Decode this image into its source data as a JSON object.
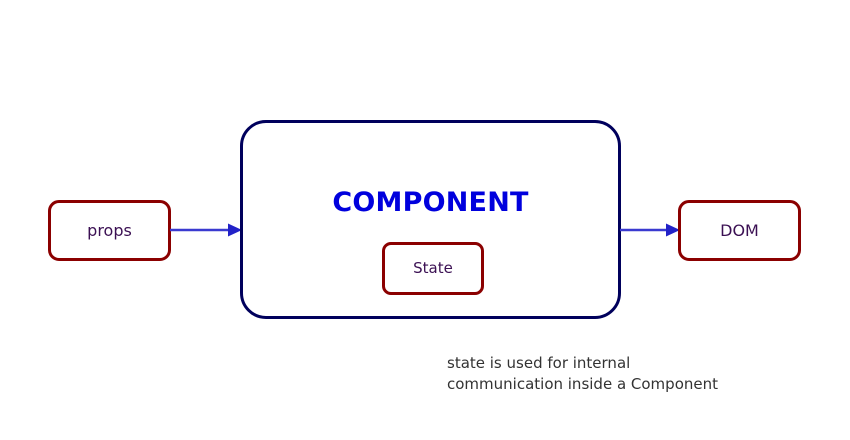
{
  "diagram": {
    "background": "#ffffff",
    "nodes": {
      "props": {
        "label": "props",
        "border_color": "#8b0000",
        "text_color": "#3b1053"
      },
      "component": {
        "label": "COMPONENT",
        "border_color": "#00005c",
        "text_color": "#0000dd"
      },
      "state": {
        "label": "State",
        "border_color": "#8b0000",
        "text_color": "#3b1053"
      },
      "dom": {
        "label": "DOM",
        "border_color": "#8b0000",
        "text_color": "#3b1053"
      }
    },
    "edges": {
      "props_to_component": {
        "color": "#3a3ad0",
        "direction": "right"
      },
      "component_to_dom": {
        "color": "#3a3ad0",
        "direction": "right"
      }
    },
    "caption": {
      "text": "state is used for internal\ncommunication inside a Component",
      "color": "#333333"
    }
  }
}
